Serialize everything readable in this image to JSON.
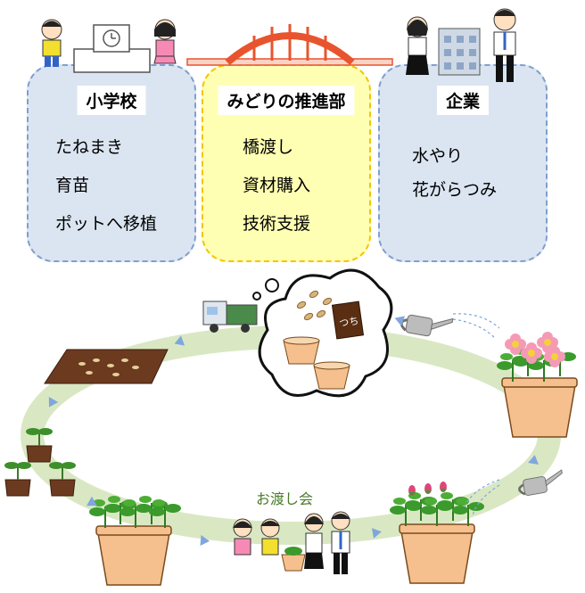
{
  "panels": {
    "school": {
      "title": "小学校",
      "items": [
        "たねまき",
        "育苗",
        "ポットへ移植"
      ]
    },
    "midori": {
      "title": "みどりの推進部",
      "items": [
        "橋渡し",
        "資材購入",
        "技術支援"
      ]
    },
    "company": {
      "title": "企業",
      "items": [
        "水やり",
        "花がらつみ"
      ]
    }
  },
  "cycle": {
    "event_label": "お渡し会",
    "soil_label": "つち"
  },
  "colors": {
    "panel_blue": "#dbe5f1",
    "panel_yellow": "#ffffb3",
    "bridge": "#e8542e",
    "cycle_ring": "#d9e8c3",
    "arrow": "#7fa7dc"
  }
}
